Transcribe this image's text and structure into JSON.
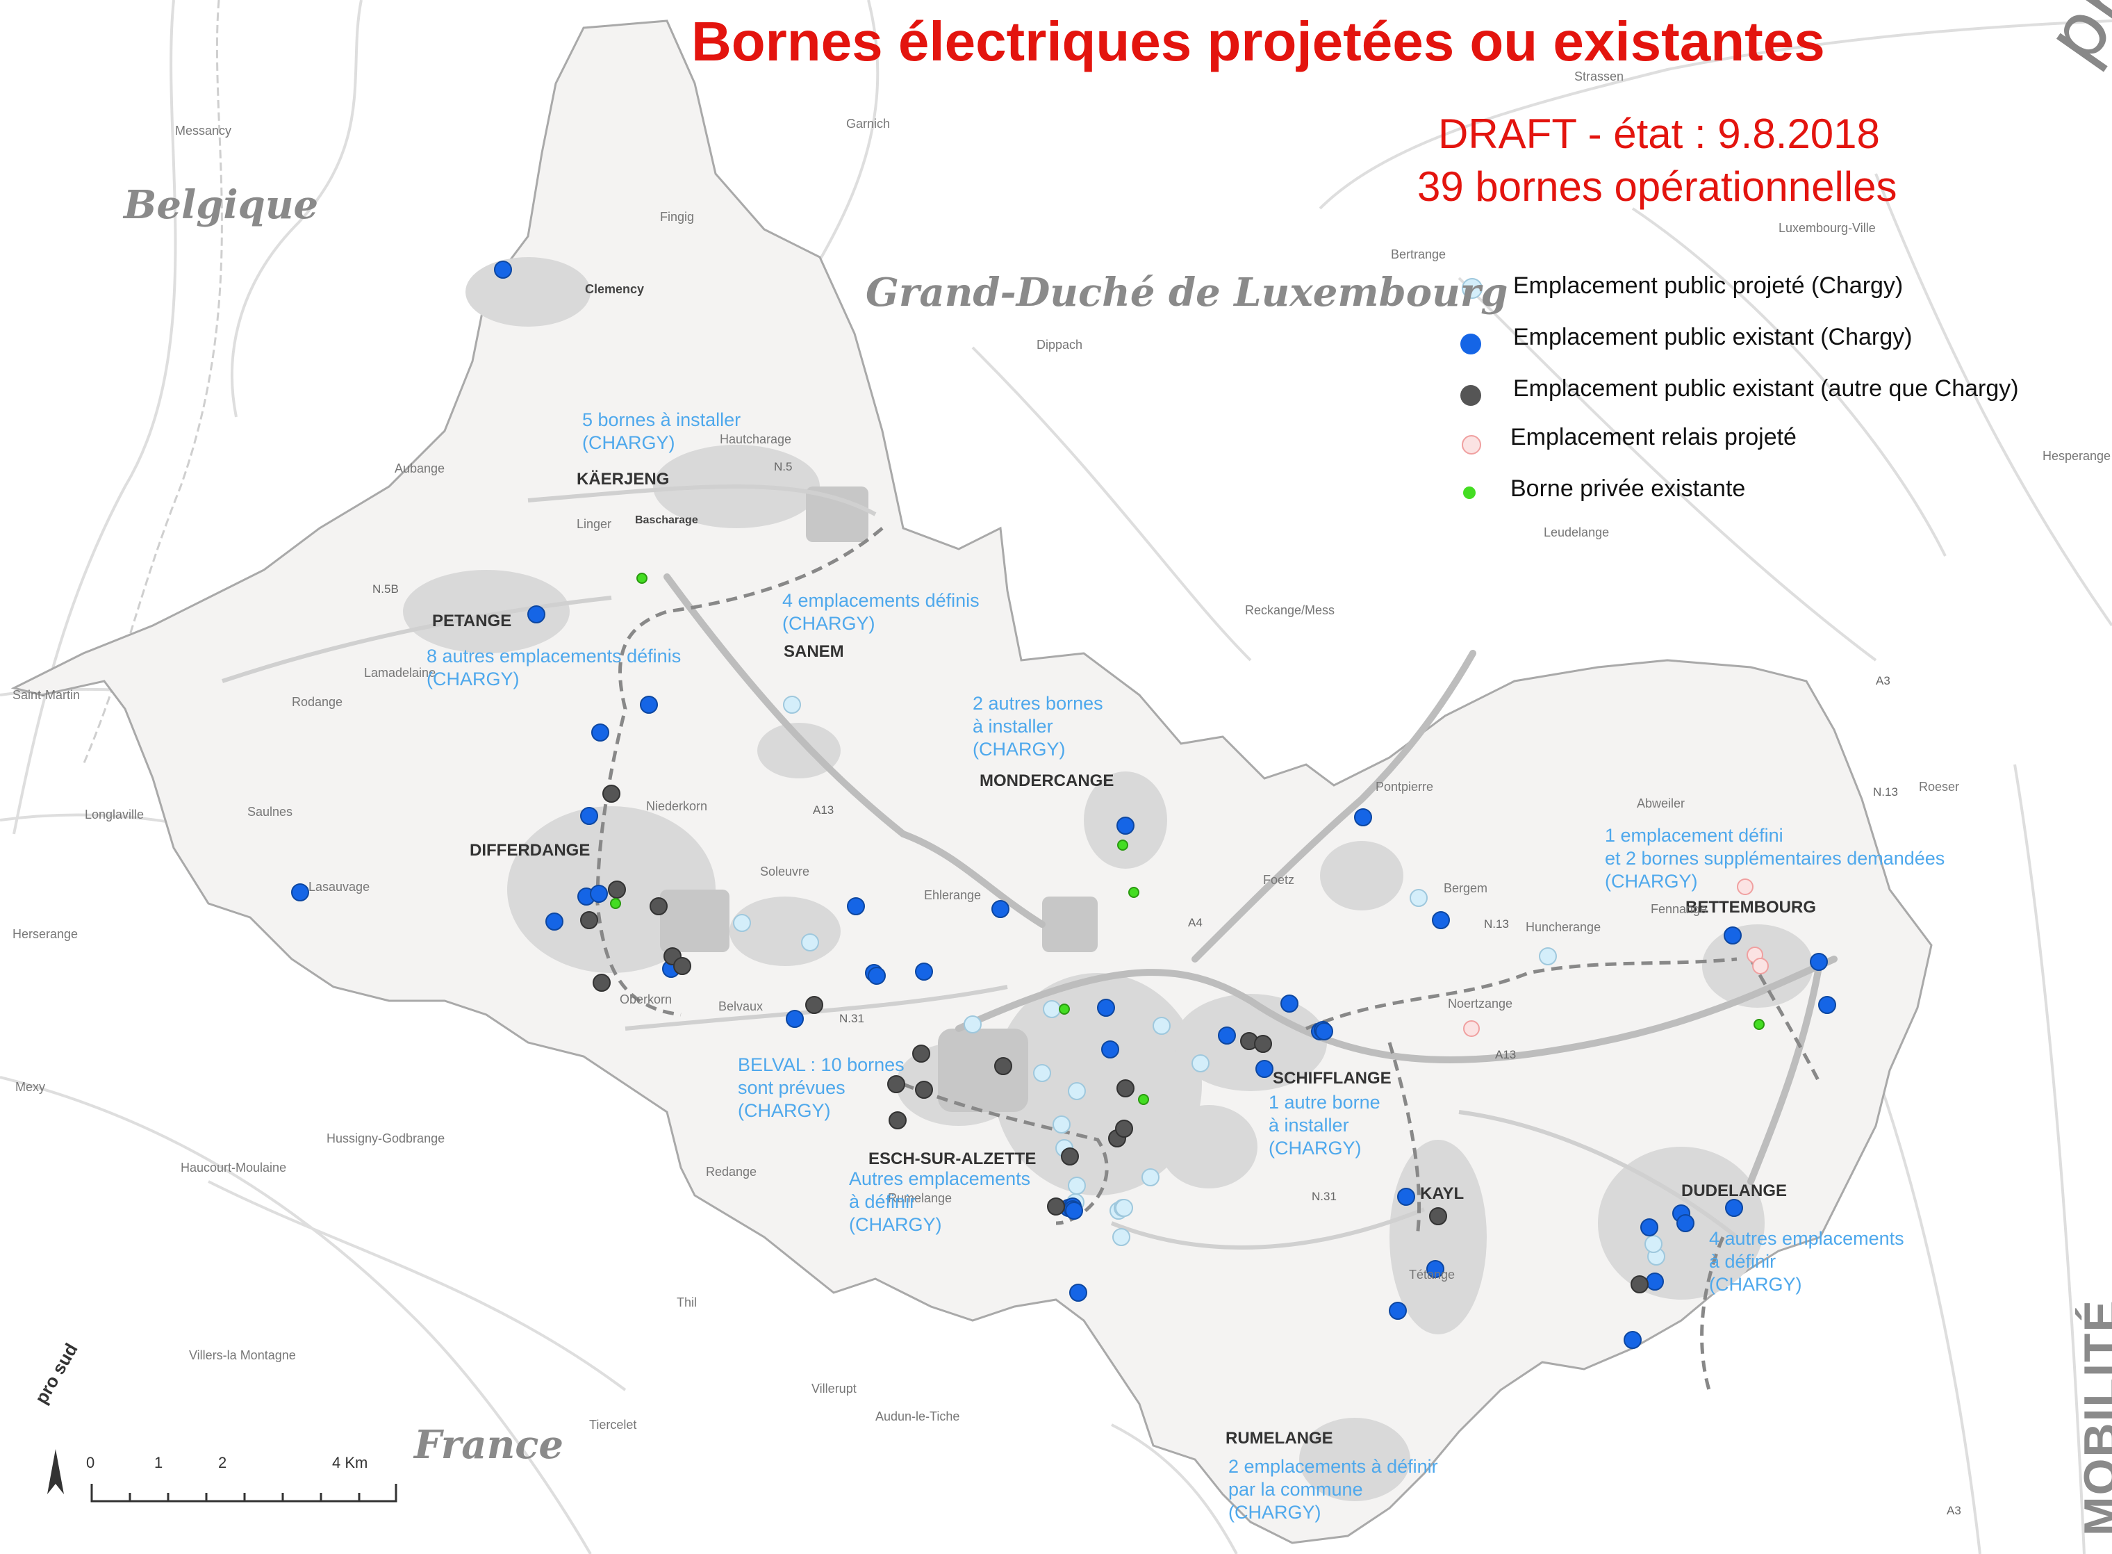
{
  "title": "Bornes électriques projetées ou existantes",
  "status_line": "DRAFT - état : 9.8.2018",
  "count_line": "39 bornes opérationnelles",
  "colors": {
    "public_projete": "#d4eefa",
    "public_existant_chargy": "#1565e6",
    "public_existant_autre": "#555555",
    "relais_projete": "#f6c4c4",
    "privee_existante": "#44dd22",
    "title_red": "#e3140e",
    "note_blue": "#4ea8ec"
  },
  "legend": [
    {
      "id": "public_projete",
      "label": "Emplacement public projeté (Chargy)"
    },
    {
      "id": "public_existant_chargy",
      "label": "Emplacement public existant (Chargy)"
    },
    {
      "id": "public_existant_autre",
      "label": "Emplacement public existant (autre que Chargy)"
    },
    {
      "id": "relais_projete",
      "label": "Emplacement relais projeté"
    },
    {
      "id": "privee_existante",
      "label": "Borne privée existante"
    }
  ],
  "countries": [
    "Belgique",
    "Grand-Duché de Luxembourg",
    "France"
  ],
  "communes": [
    "PETANGE",
    "KÄERJENG",
    "SANEM",
    "DIFFERDANGE",
    "MONDERCANGE",
    "BETTEMBOURG",
    "SCHIFFLANGE",
    "ESCH-SUR-ALZETTE",
    "KAYL",
    "DUDELANGE",
    "RUMELANGE"
  ],
  "localities": [
    "Messancy",
    "Garnich",
    "Strassen",
    "Fingig",
    "Clemency",
    "Bertrange",
    "Luxembourg-Ville",
    "Dippach",
    "Aubange",
    "Hautcharage",
    "Linger",
    "Bascharage",
    "Leudelange",
    "Hesperange",
    "Reckange/Mess",
    "Lamadelaine",
    "Rodange",
    "Saint-Martin",
    "Longlaville",
    "Saulnes",
    "Niederkorn",
    "Lasauvage",
    "Herserange",
    "Soleuvre",
    "Ehlerange",
    "Oberkorn",
    "Belvaux",
    "Pontpierre",
    "Abweiler",
    "Roeser",
    "Bergem",
    "Foetz",
    "Huncherange",
    "Fennange",
    "Noertzange",
    "Mexy",
    "Hussigny-Godbrange",
    "Haucourt-Moulaine",
    "Redange",
    "Rumelange",
    "Tétange",
    "Thil",
    "Villers-la Montagne",
    "Villerupt",
    "Audun-le-Tiche",
    "Tiercelet"
  ],
  "roads": [
    "N.5",
    "N.5B",
    "N.31",
    "A13",
    "A4",
    "N.13",
    "A3"
  ],
  "notes": [
    "5 bornes à installer\n(CHARGY)",
    "4 emplacements définis\n(CHARGY)",
    "8 autres emplacements définis\n(CHARGY)",
    "2 autres bornes\nà installer\n(CHARGY)",
    "1 emplacement défini\net 2 bornes supplémentaires demandées\n(CHARGY)",
    "BELVAL : 10 bornes\nsont prévues\n(CHARGY)",
    "1 autre borne\nà installer\n(CHARGY)",
    "Autres emplacements\nà définir\n(CHARGY)",
    "4 autres emplacements\nà définir\n(CHARGY)",
    "2 emplacements à définir\npar la commune\n(CHARGY)"
  ],
  "markers": {
    "public_projete": 22,
    "public_existant_chargy": 44,
    "public_existant_autre": 22,
    "relais_projete": 4,
    "privee_existante": 7
  },
  "scale": {
    "ticks": [
      "0",
      "1",
      "2",
      "4 Km"
    ]
  },
  "logo_small": "pro sud",
  "corner_logo": "pro",
  "side_label": "MOBILITÉ"
}
